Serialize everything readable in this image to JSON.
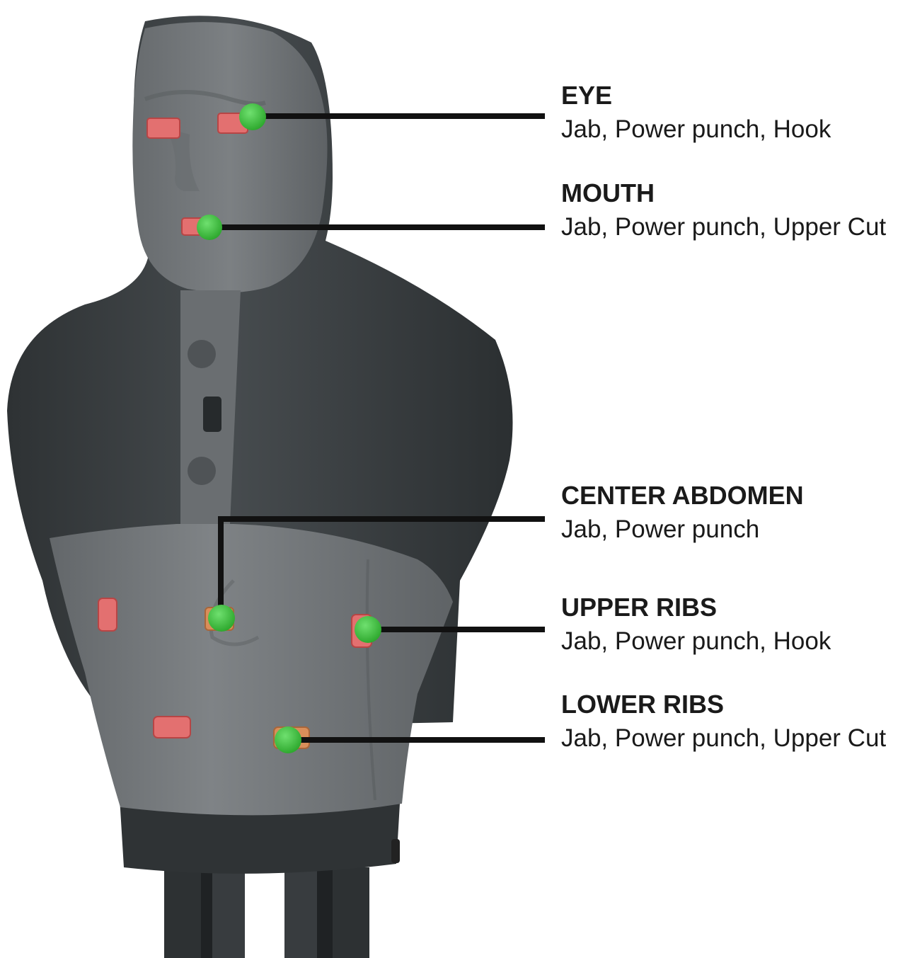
{
  "targets": [
    {
      "id": "eye",
      "title": "EYE",
      "moves": "Jab, Power punch, Hook"
    },
    {
      "id": "mouth",
      "title": "MOUTH",
      "moves": "Jab, Power punch, Upper Cut"
    },
    {
      "id": "center",
      "title": "CENTER ABDOMEN",
      "moves": "Jab, Power punch"
    },
    {
      "id": "upper",
      "title": "UPPER RIBS",
      "moves": "Jab, Power punch, Hook"
    },
    {
      "id": "lower",
      "title": "LOWER RIBS",
      "moves": "Jab, Power punch, Upper Cut"
    }
  ],
  "colors": {
    "body_dark": "#3c4144",
    "body_light": "#74787b",
    "sensor_active": "#3cc43c",
    "sensor_inactive": "#e66a6a",
    "leader_line": "#111111",
    "text": "#1a1a1a"
  }
}
